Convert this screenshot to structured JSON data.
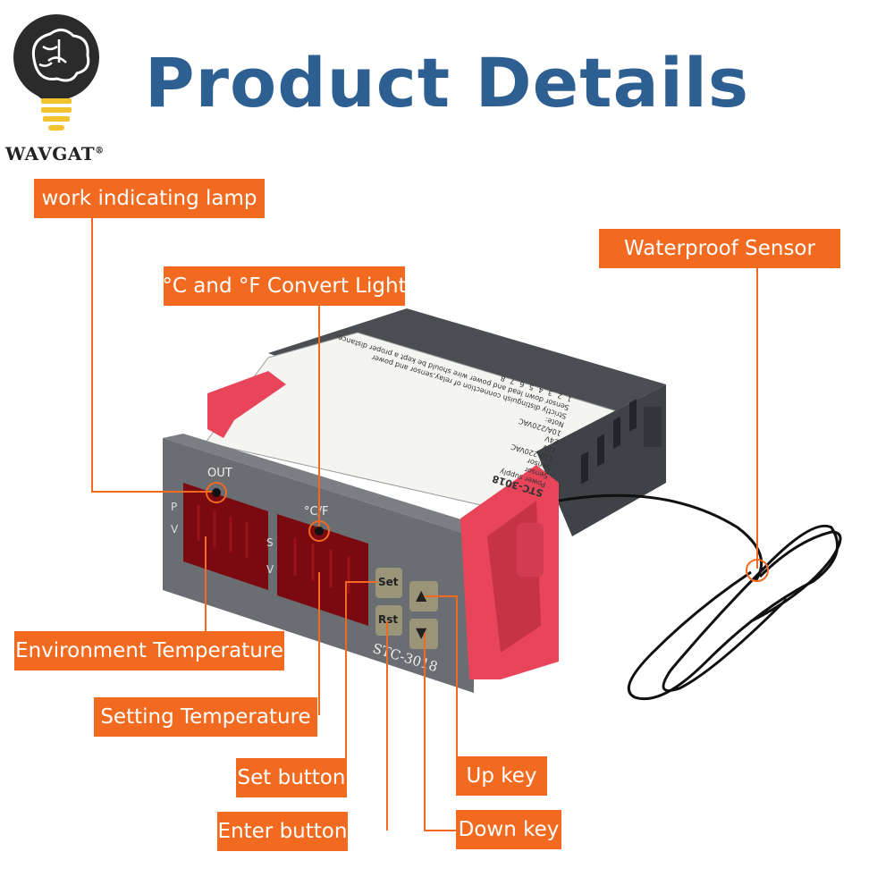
{
  "title": "Product Details",
  "brand": {
    "name": "WAVGAT",
    "registered_mark": "®",
    "logo_icon": "brain-bulb-icon"
  },
  "callouts": {
    "work_indicating_lamp": "work indicating lamp",
    "convert_light": "°C and °F Convert Light",
    "waterproof_sensor": "Waterproof Sensor",
    "environment_temperature": "Environment Temperature",
    "setting_temperature": "Setting Temperature",
    "set_button": "Set button",
    "enter_button": "Enter button",
    "up_key": "Up key",
    "down_key": "Down key"
  },
  "device": {
    "model": "STC-3018",
    "out_label": "OUT",
    "cf_label": "°C/F",
    "left_display_marks": [
      "P",
      "V"
    ],
    "right_display_marks": [
      "S",
      "V"
    ],
    "set_key": "Set",
    "rst_key": "Rst",
    "up_symbol": "▲",
    "down_symbol": "▼",
    "sticker_model": "STC-3018",
    "sticker_terminals": [
      "1",
      "2",
      "3",
      "4",
      "5",
      "6",
      "7",
      "8"
    ],
    "sticker_texts": [
      "Power supply",
      "Sensor",
      "Sensor",
      "110-220VAC",
      "12V",
      "24V",
      "10A/220VAC",
      "Note:",
      "Strictly distinguish connection of relay,sensor and power",
      "Sensor down lead and power wire should be kept a proper distance."
    ]
  },
  "colors": {
    "accent": "#f26a1f",
    "title": "#2e5f92",
    "device_body": "#5a5d63",
    "display_red": "#8a0c14",
    "clip_red": "#e8455a",
    "key_olive": "#9a9478"
  }
}
